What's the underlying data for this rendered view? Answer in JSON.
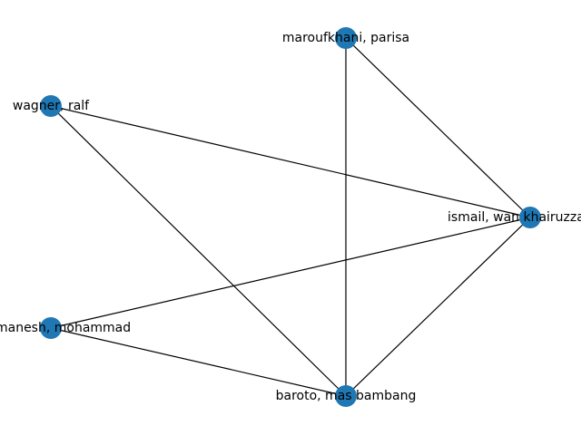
{
  "graph": {
    "node_color": "#1f77b4",
    "edge_color": "#000000",
    "nodes": [
      {
        "id": "n1",
        "label": "maroufkhani, parisa"
      },
      {
        "id": "n2",
        "label": "wagner, ralf"
      },
      {
        "id": "n3",
        "label": "ismail, wan khairuzzaman"
      },
      {
        "id": "n4",
        "label": "iranmanesh, mohammad"
      },
      {
        "id": "n5",
        "label": "baroto, mas bambang"
      }
    ],
    "edges": [
      {
        "source": "n1",
        "target": "n3"
      },
      {
        "source": "n1",
        "target": "n5"
      },
      {
        "source": "n2",
        "target": "n3"
      },
      {
        "source": "n2",
        "target": "n5"
      },
      {
        "source": "n4",
        "target": "n3"
      },
      {
        "source": "n4",
        "target": "n5"
      },
      {
        "source": "n3",
        "target": "n5"
      }
    ]
  }
}
